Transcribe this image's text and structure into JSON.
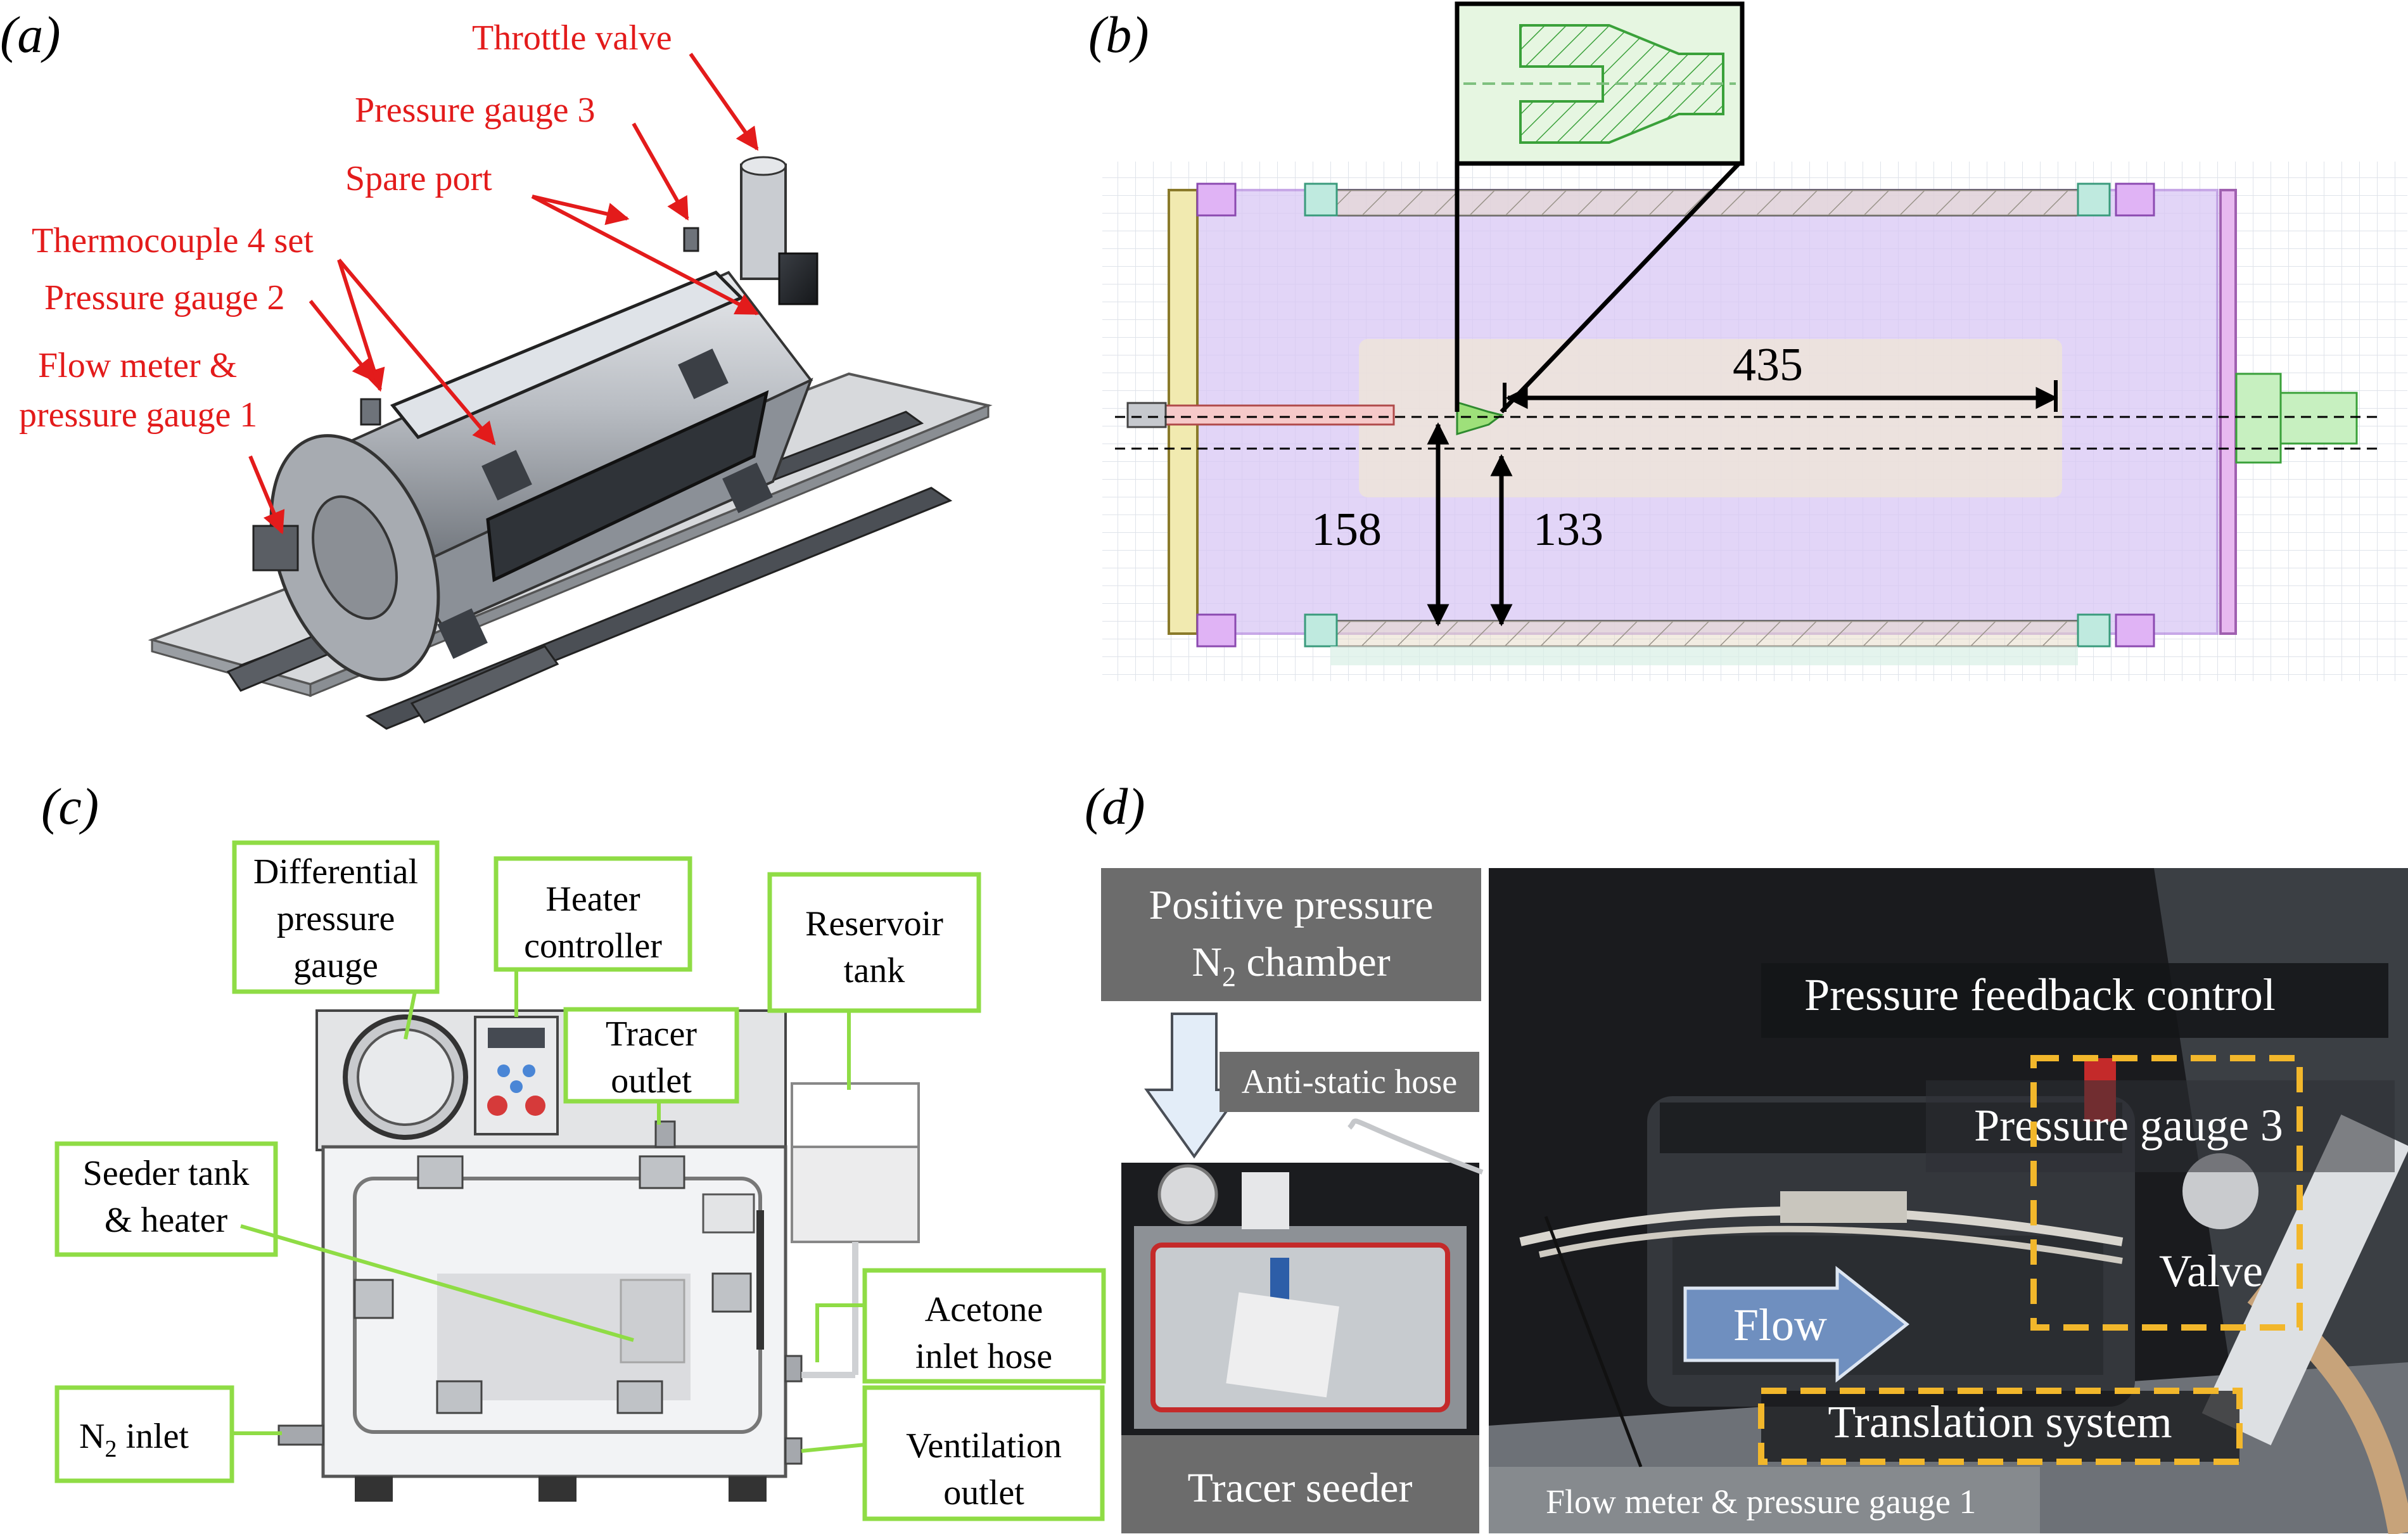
{
  "panel_a": {
    "label": "(a)",
    "callouts": {
      "throttle_valve": "Throttle valve",
      "pressure_gauge_3": "Pressure gauge 3",
      "spare_port": "Spare port",
      "thermocouple_4_set": "Thermocouple 4 set",
      "pressure_gauge_2": "Pressure gauge 2",
      "flow_meter_line1": "Flow meter &",
      "flow_meter_line2": "pressure gauge 1"
    }
  },
  "panel_b": {
    "label": "(b)",
    "dimensions": {
      "d435": "435",
      "d158": "158",
      "d133": "133"
    }
  },
  "panel_c": {
    "label": "(c)",
    "boxes": {
      "diff_l1": "Differential",
      "diff_l2": "pressure",
      "diff_l3": "gauge",
      "heater_l1": "Heater",
      "heater_l2": "controller",
      "tracer_l1": "Tracer",
      "tracer_l2": "outlet",
      "reservoir_l1": "Reservoir",
      "reservoir_l2": "tank",
      "seeder_l1": "Seeder tank",
      "seeder_l2": "& heater",
      "acetone_l1": "Acetone",
      "acetone_l2": "inlet hose",
      "n2_main": "N",
      "n2_sub": "2",
      "n2_rest": " inlet",
      "vent_l1": "Ventilation",
      "vent_l2": "outlet"
    }
  },
  "panel_d": {
    "label": "(d)",
    "chamber_l1": "Positive pressure",
    "chamber_l2_main": "N",
    "chamber_l2_sub": "2",
    "chamber_l2_rest": " chamber",
    "anti_static_hose": "Anti-static hose",
    "tracer_seeder": "Tracer seeder",
    "pressure_feedback_control": "Pressure feedback control",
    "pressure_gauge_3": "Pressure gauge 3",
    "valve": "Valve",
    "flow": "Flow",
    "translation_system": "Translation system",
    "flow_meter": "Flow meter & pressure gauge 1"
  },
  "colors": {
    "callout_red": "#e31b1b",
    "box_green": "#8fdc45",
    "panel_gray": "#6c6c6c",
    "dash_yellow": "#f2b72b"
  }
}
